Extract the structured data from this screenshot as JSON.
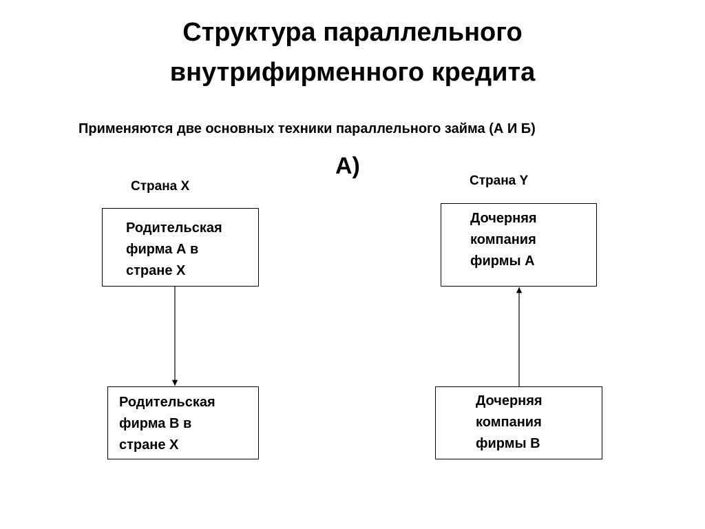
{
  "title": {
    "line1": "Структура параллельного",
    "line2": "внутрифирменного кредита"
  },
  "subtitle": "Применяются две основных техники параллельного займа (А И Б)",
  "variant_label": "А)",
  "countries": {
    "x": "Страна X",
    "y": "Страна Y"
  },
  "boxes": {
    "parent_a": "Родительская\nфирма А в\nстране X",
    "parent_b": "Родительская\nфирма В в\nстране X",
    "subsidiary_a": "Дочерняя\nкомпания\nфирмы А",
    "subsidiary_b": "Дочерняя\nкомпания\nфирмы В"
  },
  "arrows": [
    {
      "from": "parent_a",
      "to": "parent_b"
    },
    {
      "from": "subsidiary_b",
      "to": "subsidiary_a"
    }
  ]
}
